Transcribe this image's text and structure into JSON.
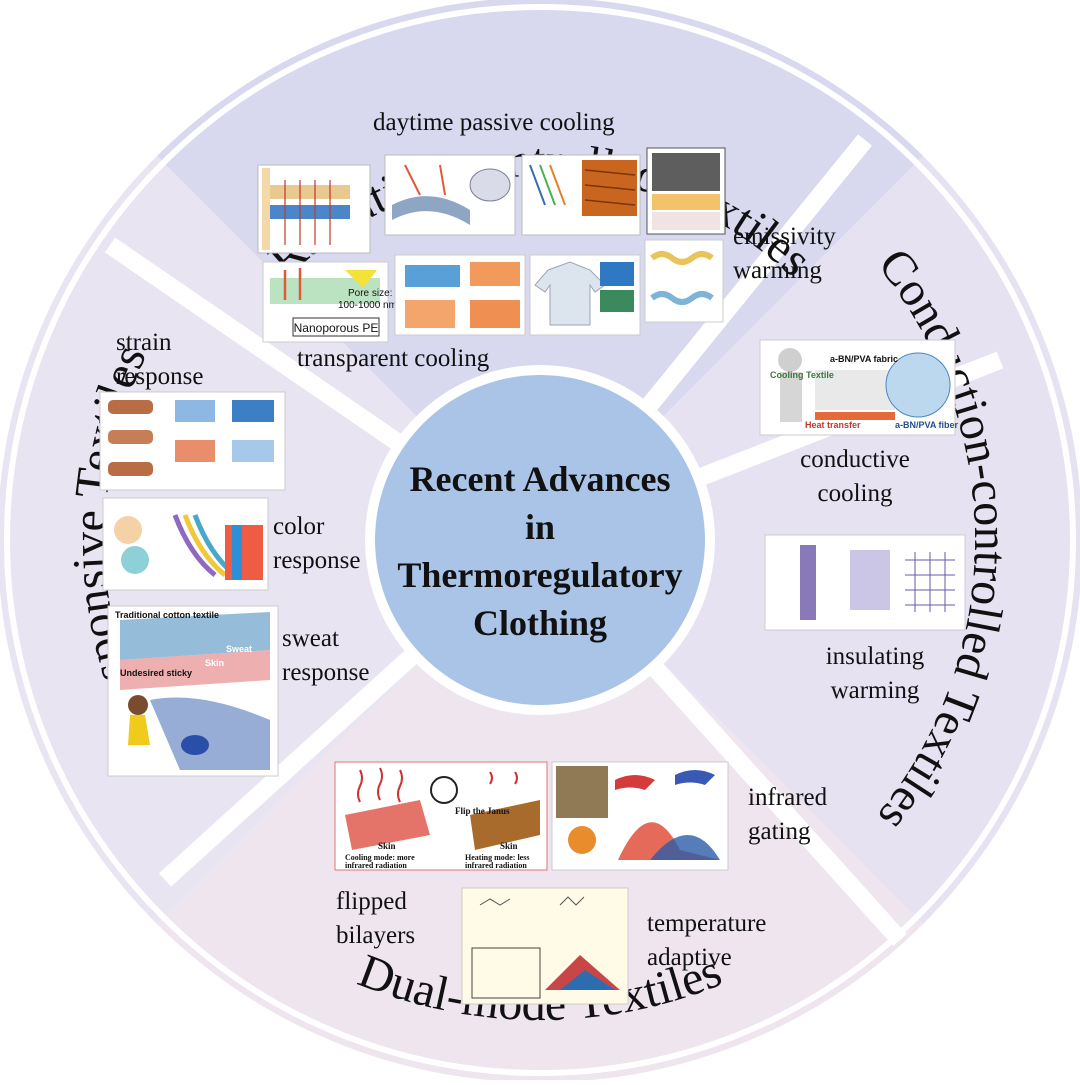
{
  "center": {
    "line1": "Recent Advances",
    "line2": "in",
    "line3": "Thermoregulatory",
    "line4": "Clothing"
  },
  "sections": {
    "radiation": {
      "title": "Radiation-controlled Textiles"
    },
    "conduction": {
      "title": "Conduction-controlled Textiles"
    },
    "dual": {
      "title": "Dual-mode Textiles"
    },
    "responsive": {
      "title": "Responsive Textiles"
    }
  },
  "labels": {
    "daytime_passive_cooling": "daytime passive cooling",
    "emissivity": "emissivity",
    "warming_1": "warming",
    "transparent_cooling": "transparent cooling",
    "conductive": "conductive",
    "cooling": "cooling",
    "insulating": "insulating",
    "warming_2": "warming",
    "infrared": "infrared",
    "gating": "gating",
    "temperature": "temperature",
    "adaptive": "adaptive",
    "flipped": "flipped",
    "bilayers": "bilayers",
    "strain": "strain",
    "response_1": "response",
    "color": "color",
    "response_2": "response",
    "sweat": "sweat",
    "response_3": "response"
  },
  "figures": {
    "nanoporous_pe": "Nanoporous PE",
    "pore_size": "Pore size:",
    "pore_range": "100-1000 nm",
    "traditional_cotton": "Traditional cotton textile",
    "undesired_sticky": "Undesired sticky",
    "sweat_tag": "Sweat",
    "skin_tag": "Skin",
    "skin_a": "Skin",
    "skin_b": "Skin",
    "flip_janus": "Flip the Janus",
    "cooling_mode": "Cooling mode: more",
    "cooling_mode_2": "infrared radiation",
    "heating_mode": "Heating mode: less",
    "heating_mode_2": "infrared radiation",
    "cooling_textile": "Cooling Textile",
    "bn_pva_fabric": "a-BN/PVA fabric",
    "heat_transfer": "Heat transfer",
    "bn_pva_fiber": "a-BN/PVA fiber"
  },
  "colors": {
    "outer_ring": "#f4f0f6",
    "sector_radiation": "#d8d8ef",
    "sector_conduction": "#e6e2f2",
    "sector_dual": "#eee5ee",
    "sector_responsive": "#e9e4f2",
    "center_disc": "#a9c4e6",
    "separator": "#ffffff"
  }
}
